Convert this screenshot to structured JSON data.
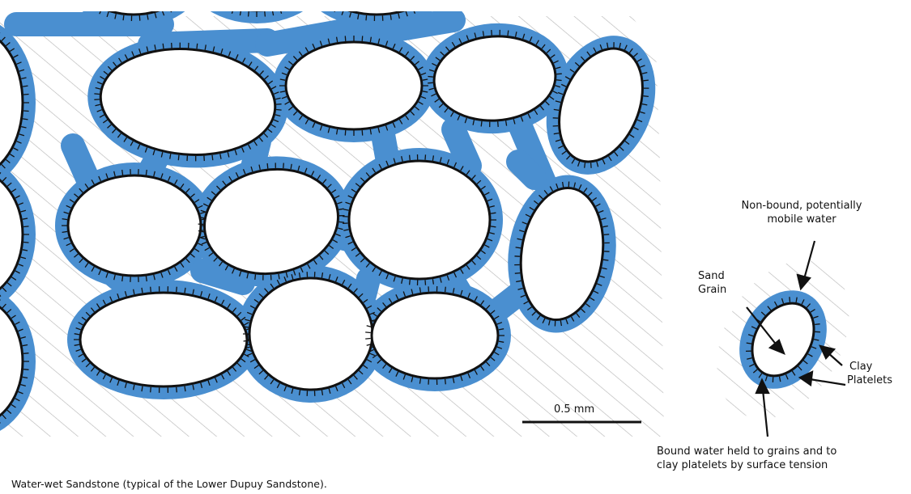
{
  "caption": "Water-wet Sandstone (typical of the Lower Dupuy Sandstone).",
  "scale_bar_label": "0.5 mm",
  "legend": {
    "mobile_water_line1": "Non-bound, potentially",
    "mobile_water_line2": "mobile water",
    "sand_line1": "Sand",
    "sand_line2": "Grain",
    "clay_line1": "Clay",
    "clay_line2": "Platelets",
    "bound_line1": "Bound water held to grains and to",
    "bound_line2": "clay platelets by surface tension"
  },
  "colors": {
    "bound_water": "#4a8fd0",
    "hatch": "#b8b8b8",
    "grain_outline": "#111111",
    "grain_fill": "#ffffff"
  }
}
